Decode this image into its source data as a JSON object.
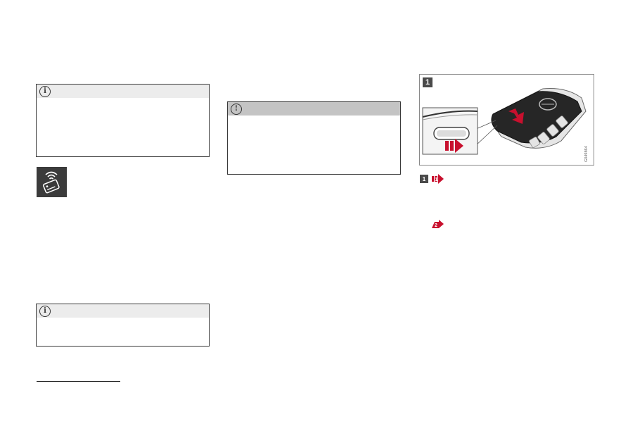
{
  "left_column": {
    "note_box_1": {
      "icon": "info-circle-icon",
      "symbol": "i"
    },
    "remote_key_tile": {
      "icon": "key-card-wireless-icon"
    },
    "note_box_2": {
      "icon": "info-circle-icon",
      "symbol": "i"
    }
  },
  "middle_column": {
    "warning_box": {
      "icon": "exclamation-circle-icon",
      "symbol": "!"
    }
  },
  "right_column": {
    "figure": {
      "number": "1",
      "code": "G049864",
      "callouts": [
        "1",
        "2"
      ]
    },
    "caption": {
      "number": "1",
      "step_1_icon": "red-arrow-step-1-icon",
      "step_2_icon": "red-arrow-step-2-icon"
    }
  },
  "colors": {
    "callout_red": "#c8102e",
    "box_border": "#3a3a3a",
    "tile_dark": "#3b3b3b",
    "header_gray": "#c4c4c4",
    "header_light": "#ececec"
  }
}
